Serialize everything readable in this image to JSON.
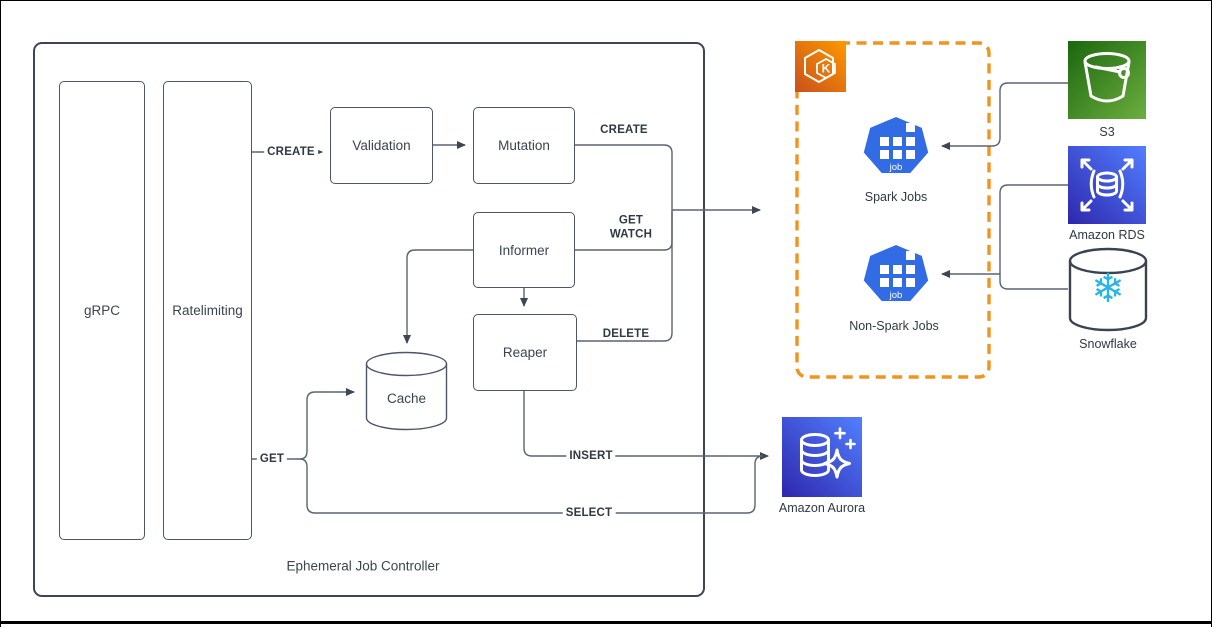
{
  "diagram": {
    "controller": {
      "title": "Ephemeral Job Controller",
      "nodes": {
        "grpc": "gRPC",
        "ratelimiting": "Ratelimiting",
        "validation": "Validation",
        "mutation": "Mutation",
        "informer": "Informer",
        "reaper": "Reaper",
        "cache": "Cache"
      },
      "edge_labels": {
        "create_in": "CREATE",
        "create_out": "CREATE",
        "get_watch": "GET\nWATCH",
        "delete": "DELETE",
        "get": "GET",
        "insert": "INSERT",
        "select": "SELECT"
      }
    },
    "cluster": {
      "spark_jobs_label": "Spark Jobs",
      "non_spark_jobs_label": "Non-Spark Jobs",
      "job_icon_text": "job",
      "eks_icon_letter": "K"
    },
    "external": {
      "s3": "S3",
      "rds": "Amazon RDS",
      "snowflake": "Snowflake",
      "aurora": "Amazon Aurora"
    }
  },
  "colors": {
    "line_color": "#5a6472",
    "border_dark": "#3e4653",
    "node_border": "#4c5668",
    "text_dark": "#3b4450",
    "accent_orange": "#f2931e",
    "k8s_blue": "#326ce5",
    "snowflake_blue": "#29b5e8",
    "aws_green_dark": "#1b660f",
    "aws_green_light": "#6cae3e",
    "aws_blue_dark": "#2e27ad",
    "aws_blue_light": "#527fff",
    "eks_orange_dark": "#c8511b",
    "eks_orange_light": "#ff9900"
  }
}
